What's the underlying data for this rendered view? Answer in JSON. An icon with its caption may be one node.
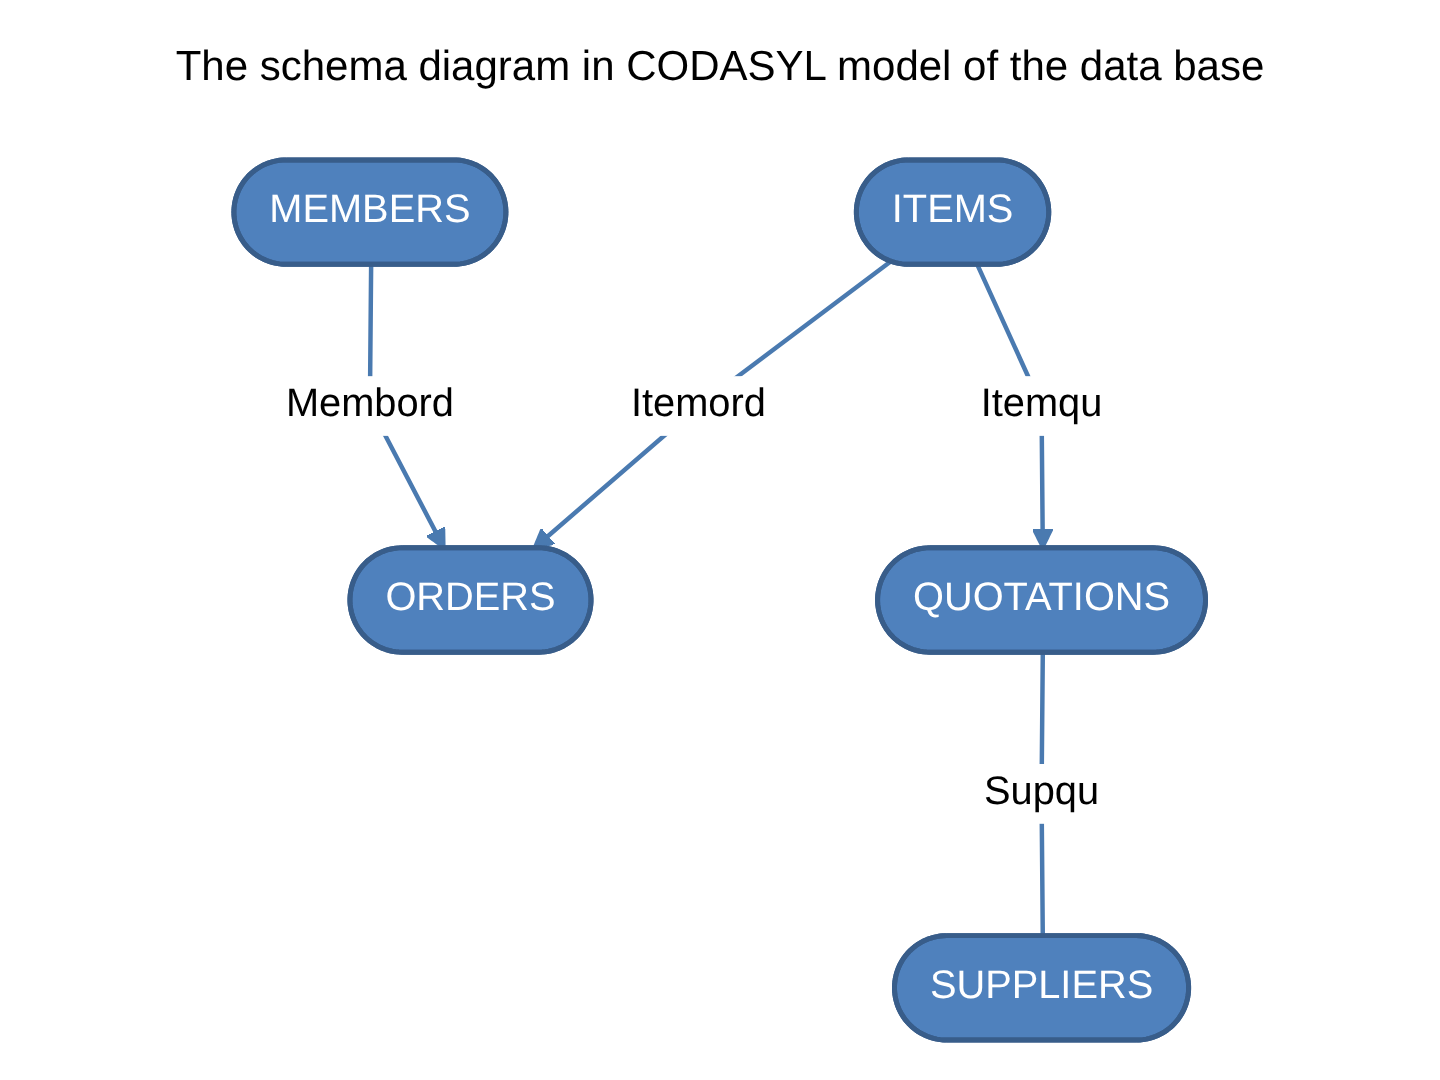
{
  "diagram": {
    "title": "The schema diagram in CODASYL model of the data base",
    "nodes": [
      {
        "text": [
          "MEMBERS"
        ]
      },
      {
        "text": [
          "ITEMS"
        ]
      },
      {
        "text": [
          "ORDERS"
        ]
      },
      {
        "text": [
          "QUOTATIONS"
        ]
      },
      {
        "text": [
          "SUPPLIERS"
        ]
      }
    ],
    "edges": [
      {
        "from": 0,
        "to": 2,
        "arrow": "to",
        "label": "Membord"
      },
      {
        "from": 1,
        "to": 2,
        "arrow": "to",
        "label": "Itemord"
      },
      {
        "from": 1,
        "to": 3,
        "arrow": "to",
        "label": "Itemqu"
      },
      {
        "from": 3,
        "to": 4,
        "arrow": "none",
        "label": "Supqu"
      }
    ]
  }
}
